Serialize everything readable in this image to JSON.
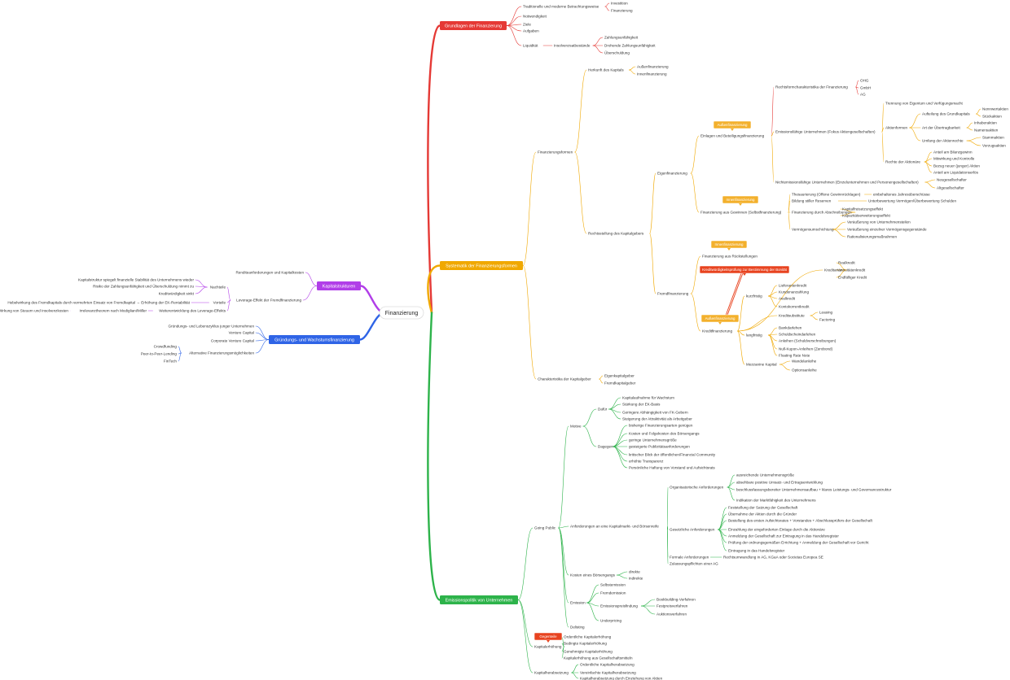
{
  "root": "Finanzierung",
  "colors": {
    "red": "#e53935",
    "orange": "#f0a800",
    "green": "#2db34a",
    "purple": "#b13ee8",
    "blue": "#2f64e6",
    "tag_orange": "#f3b02c",
    "tag_red": "#e8431f"
  },
  "main": {
    "grundlagen": "Grundlagen der Finanzierung",
    "systematik": "Systematik der Finanzierungsformen",
    "emission": "Emissionspolitik von Unternehmen",
    "kapital": "Kapitalstrukturen",
    "gruendung": "Gründungs- und Wachstumsfinanzierung"
  },
  "tags": {
    "aussen1": "Außenfinanzierung",
    "innen1": "Innenfinanzierung",
    "innen2": "Innenfinanzierung",
    "kredit_bonitaet": "Kreditwürdigkeitsprüfung zur Bestimmung der Bonität",
    "aussen2": "Außenfinanzierung",
    "gegenteil": "Gegenteile"
  },
  "labels": {
    "g1": "Traditionelle und moderne Betrachtungsweise",
    "g1a": "Investition",
    "g1b": "Finanzierung",
    "g2": "Notwendigkeit",
    "g3": "Ziele",
    "g4": "Aufgaben",
    "g5": "Liquidität",
    "g5a": "Insolvenzsatbestände",
    "g5a1": "Zahlungsunfähigkeit",
    "g5a2": "Drohende Zahlungsunfähigkeit",
    "g5a3": "Überschuldung",
    "s1": "Finanzierungsformen",
    "s1a": "Herkunft des Kapitals",
    "s1a1": "Außenfinanzierung",
    "s1a2": "Innenfinanzierung",
    "s1b": "Rechtsstellung des Kapitalgebers",
    "s1b1": "Eigenfinanzierung",
    "e1": "Einlagen und Beteiligungsfinanzierung",
    "e1a": "Rechtsformcharakteristika der Finanzierung",
    "e1a1": "OHG",
    "e1a2": "GmbH",
    "e1a3": "AG",
    "e1b": "Emissionsfähige Unternehmen (Fokus Aktiengesellschaften)",
    "e1b1": "Trennung von Eigentum und Verfügungsmacht",
    "e1b2": "Aktienformen",
    "e1b2a": "Aufteilung des Grundkapitals",
    "e1b2a1": "Nennwertaktien",
    "e1b2a2": "Stückaktien",
    "e1b2b": "Art der Übertragbarkeit",
    "e1b2b1": "Inhaberaktien",
    "e1b2b2": "Namensaktien",
    "e1b2c": "Umfang der Aktienrechte",
    "e1b2c1": "Stammaktien",
    "e1b2c2": "Vorzugsaktien",
    "e1b3": "Rechte der Aktionäre",
    "e1b3a": "Anteil am Bilanzgewinn",
    "e1b3b": "Mitwirkung und Kontrolle",
    "e1b3c": "Bezug neuer (junger) Aktien",
    "e1b3d": "Anteil am Liquidationserlös",
    "e1c": "Nichtemissionsfähige Unternehmen (Einzelunternehmen und Personengesellschaften)",
    "e1c1": "Neugesellschafter",
    "e1c2": "Altgesellschafter",
    "e2": "Finanzierung aus Gewinnen (Selbstfinanzierung)",
    "e2a": "Thesaurierung (Offene Gewinnrücklagen)",
    "e2a1": "einbehaltenes Jahresüberschüsse",
    "e2b": "Bildung stiller Reserven",
    "e2b1": "Unterbewertung Vermögen/Überbewertung Schulden",
    "e2c": "Finanzierung durch Abschreibungen",
    "e2c1": "Kapitalfreisetzungseffekt",
    "e2c2": "Kapazitätserweiterungseffekt",
    "e2d": "Vermögensumschichtung",
    "e2d1": "Veräußerung von Unternehmensteilen",
    "e2d2": "Veräußerung einzelner Vermögensgegenstände",
    "e2d3": "Rationalisierungsmaßnahmen",
    "s1b2": "Fremdfinanzierung",
    "f1": "Finanzierung aus Rückstellungen",
    "f2": "Kreditfinanzierung",
    "f2a": "Kreditarten",
    "f2a1": "Realkredit",
    "f2a2": "Annuitätenkredit",
    "f2a3": "Endfälliger Kredit",
    "f2b": "kurzfristig",
    "f2b1": "Lieferantenkredit",
    "f2b2": "Kundenanzahlung",
    "f2b3": "Avalkredit",
    "f2b4": "Kontokorrentkredit",
    "f2c": "Kreditsubstitute",
    "f2c1": "Leasing",
    "f2c2": "Factoring",
    "f2d": "langfristig",
    "f2d1": "Bankdarlehen",
    "f2d2": "Schuldscheindarlehen",
    "f2d3": "Anleihen (Schuldverschreibungen)",
    "f2d4": "Null-Kupon-Anleihen (Zerobond)",
    "f2d5": "Floating Rate Note",
    "f2e": "Mezzanine Kapital",
    "f2e1": "Wandelanleihe",
    "f2e2": "Optionsanleihe",
    "s2": "Charakteristika der Kapitalgeber",
    "s2a": "Eigenkapitalgeber",
    "s2b": "Fremdkapitalgeber",
    "m1": "Going Public",
    "m1a": "Motive",
    "m1a1": "Dafür",
    "m1a1a": "Kapitalaufnahme für Wachstum",
    "m1a1b": "Stärkung der EK-Basis",
    "m1a1c": "Geringere Abhängigkeit von FK-Gebern",
    "m1a1d": "Steigerung der Attraktivität als Arbeitgeber",
    "m1a2": "Dagegen",
    "m1a2a": "bisherige Finanzierungsarten genügen",
    "m1a2b": "Kosten und Folgekosten des Börsengangs",
    "m1a2c": "geringe Unternehmensgröße",
    "m1a2d": "gesteigerte Publizitätsanforderungen",
    "m1a2e": "kritischer Blick der öffentlichen/Financial Community",
    "m1a2f": "erhöhte Transparenz",
    "m1a2g": "Persönliche Haftung von Vorstand und Aufsichtsrats",
    "m1b": "Anforderungen an eine Kapitalmarkt- und Börsenreife",
    "m1b1": "Organisatorische Anforderungen",
    "m1b1a": "ausreichende Unternehmensgröße",
    "m1b1b": "absehbare positive Umsatz- und Ertragsentwicklung",
    "m1b1c": "beschlussfassungsbereiter Unternehmensaufbau + klares Leistungs- und Governancestruktur",
    "m1b1d": "Indikation der Marktfähigkeit des Unternehmens",
    "m1b2": "Gesetzliche Anforderungen",
    "m1b2a": "Feststellung der Satzung der Gesellschaft",
    "m1b2b": "Übernahme der Aktien durch die Gründer",
    "m1b2c": "Bestellung des ersten Aufsichtsrates + Vorstandes + Abschlussprüfers der Gesellschaft",
    "m1b2d": "Einzahlung der eingeforderten Einlage durch die Aktionäre",
    "m1b2e": "Anmeldung der Gesellschaft zur Eintragung in das Handelsregister",
    "m1b2f": "Prüfung der ordnungsgemäßen Errichtung + Anmeldung der Gesellschaft vor Gericht",
    "m1b2g": "Eintragung in das Handelsregister",
    "m1b3": "Formale Anforderungen",
    "m1b3a": "Rechtsumwandlung in AG, KGaA oder Societas Europea SE",
    "m1b4": "Zulassungspflichten einer AG",
    "m1c": "Kosten eines Börsengangs",
    "m1c1": "direkte",
    "m1c2": "indirekte",
    "m1d": "Emission",
    "m1d1": "Selbstemission",
    "m1d2": "Fremdemission",
    "m1d3": "Emissionspreisfindung",
    "m1d3a": "Bookbuilding-Verfahren",
    "m1d3b": "Festpreisverfahren",
    "m1d3c": "Auktionsverfahren",
    "m1d4": "Underpricing",
    "m1e": "Delisting",
    "m2": "Kapitalerhöhung",
    "m2a": "Ordentliche Kapitalerhöhung",
    "m2b": "Bedingte Kapitalerhöhung",
    "m2c": "Genehmigte Kapitalerhöhung",
    "m2d": "Kapitalerhöhung aus Gesellschaftsmitteln",
    "m3": "Kapitalherabsetzung",
    "m3a": "Ordentliche Kapitalherabsetzung",
    "m3b": "Vereinfachte Kapitalherabsetzung",
    "m3c": "Kapitalherabsetzung durch Einziehung von Aktien",
    "k1": "Renditeanforderungen und Kapitalkosten",
    "k2": "Leverage-Effekt der Fremdfinanzierung",
    "k2a": "Nachteile",
    "k2a1": "Kapitalstruktur spiegelt finanzielle Stabilität des Unternehmens wieder",
    "k2a2": "Risiko der Zahlungsunfähigkeit und Überschuldung nimmt zu",
    "k2a3": "Kreditwürdigkeit sinkt",
    "k2b": "Vorteile",
    "k2b1": "Hebelwirkung des Fremdkapitals durch vermehrten Einsatz von Fremdkapital → Erhöhung der EK-Rentabilität",
    "k3": "Weiterentwicklung des Leverage-Effekts",
    "k3a": "Irrelevanztheorem nach Modigliani/Miller",
    "k3b": "Wirkung von Steuern und Insolvenzkosten",
    "w1": "Gründungs- und Lebenszyklus junger Unternehmen",
    "w2": "Venture Capital",
    "w3": "Corporate Venture Capital",
    "w4": "Alternative Finanzierungsmöglichkeiten",
    "w4a": "Crowdfunding",
    "w4b": "Peer-to-Peer-Lending",
    "w4c": "FinTech"
  }
}
